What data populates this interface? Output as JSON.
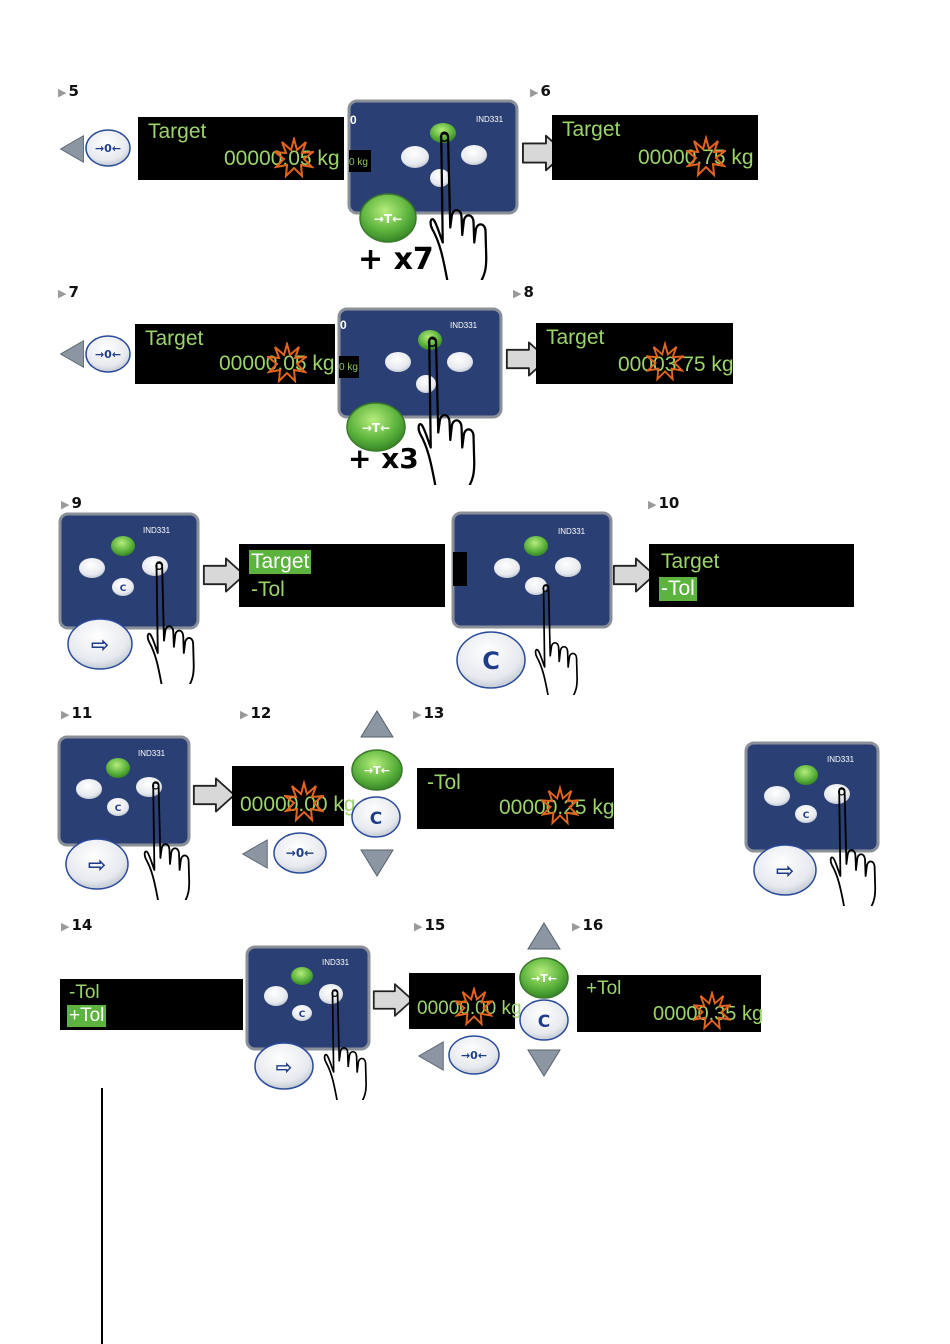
{
  "steps": {
    "s5": "5",
    "s6": "6",
    "s7": "7",
    "s8": "8",
    "s9": "9",
    "s10": "10",
    "s11": "11",
    "s12": "12",
    "s13": "13",
    "s14": "14",
    "s15": "15",
    "s16": "16"
  },
  "terminal": {
    "model": "IND331"
  },
  "keys": {
    "zero": "→0←",
    "tare": "→T←",
    "clear": "C",
    "enter": "⇨"
  },
  "multipliers": {
    "x7": "+ x7",
    "x3": "+ x3"
  },
  "displays": {
    "d5": {
      "line1": "Target",
      "line2": "00000.05 kg"
    },
    "d6": {
      "line1": "Target",
      "line2": "00000.75 kg"
    },
    "d7": {
      "line1": "Target",
      "line2": "00000.05 kg"
    },
    "d8": {
      "line1": "Target",
      "line2": "00003.75 kg"
    },
    "d9": {
      "line1": "Target",
      "line2": "-Tol"
    },
    "d10": {
      "line1": "Target",
      "line2": "-Tol"
    },
    "d12": {
      "line2": "00000.00 kg"
    },
    "d13": {
      "line1": "-Tol",
      "line2": "00000.25 kg"
    },
    "d14": {
      "line1": "-Tol",
      "line2": "+Tol"
    },
    "d15": {
      "line2": "00000.00 kg"
    },
    "d16": {
      "line1": "+Tol",
      "line2": "00000.35 kg"
    }
  },
  "partial": {
    "o": "0",
    "kg": "0 kg"
  },
  "colors": {
    "terminal_blue": "#2a3f73",
    "key_green": "#5cb33d",
    "display_text": "#9cd46a",
    "burst": "#e2641f"
  }
}
